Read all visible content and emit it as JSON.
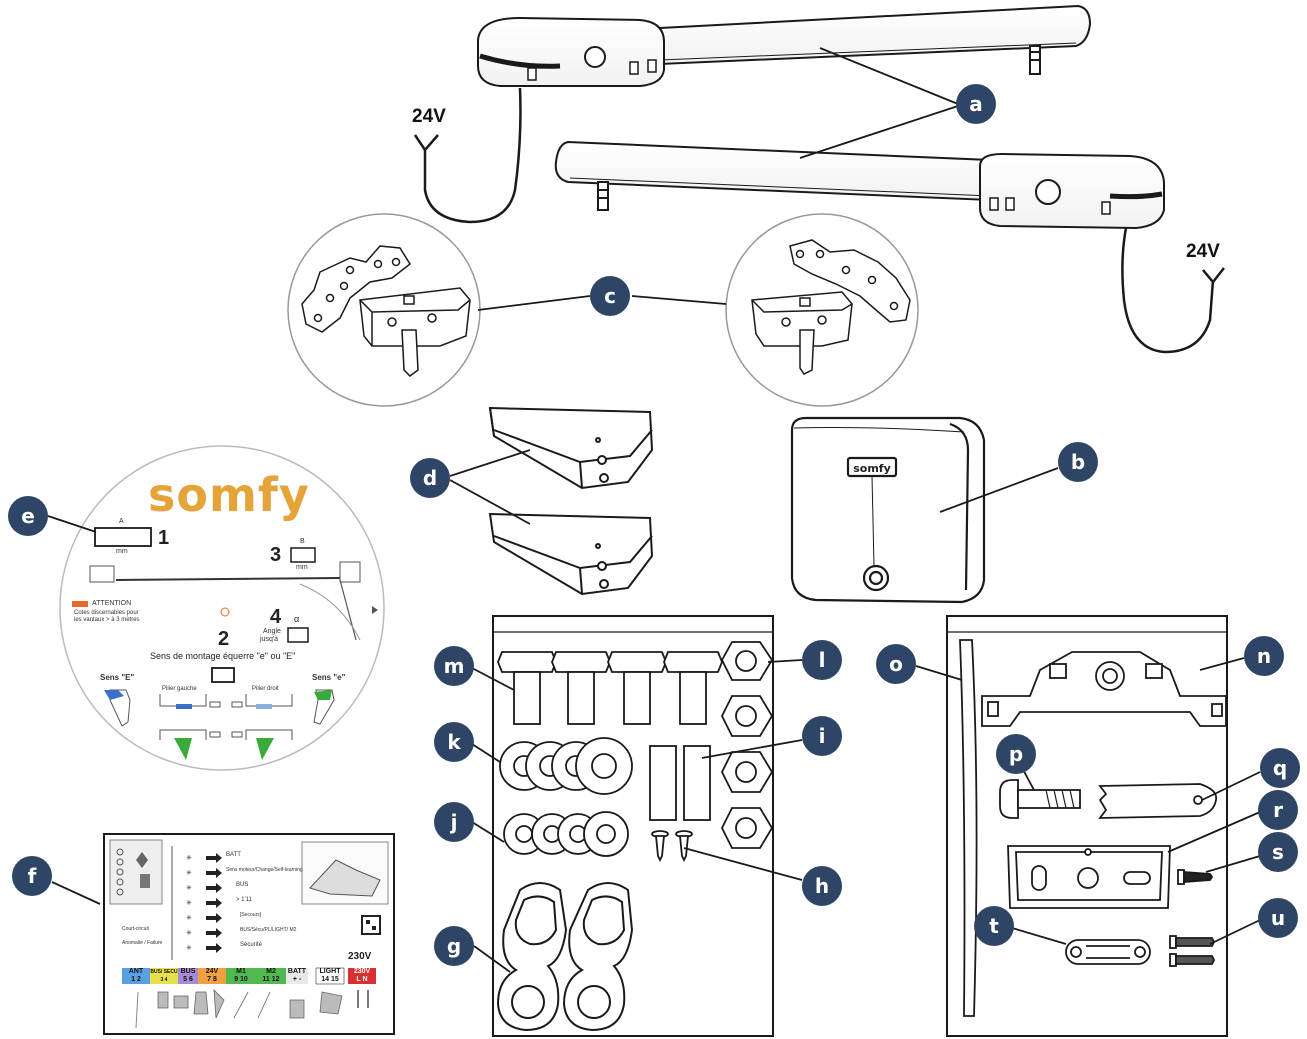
{
  "markers": {
    "a": "a",
    "b": "b",
    "c": "c",
    "d": "d",
    "e": "e",
    "f": "f",
    "g": "g",
    "h": "h",
    "i": "i",
    "j": "j",
    "k": "k",
    "l": "l",
    "m": "m",
    "n": "n",
    "o": "o",
    "p": "p",
    "q": "q",
    "r": "r",
    "s": "s",
    "t": "t",
    "u": "u"
  },
  "colors": {
    "marker": "#2f4565",
    "somfy": "#e4a43a",
    "line": "#1a1a1a",
    "label_orange": "#e8682a",
    "green": "#3aaa3a",
    "blue": "#3d6fc9"
  },
  "voltage_top": "24V",
  "voltage_right": "24V",
  "label_e": {
    "brand": "somfy",
    "box_a": "A",
    "mm_a": "mm",
    "num_1": "1",
    "box_b": "B",
    "mm_b": "mm",
    "num_3": "3",
    "num_4": "4",
    "alpha": "α",
    "angle": "Angle",
    "angle2": "jusq'à",
    "num_2": "2",
    "attention": "ATTENTION",
    "attention_text1": "Cotes discernables pour",
    "attention_text2": "les vantaux > à 3 mètres",
    "mounting": "Sens de montage équerre \"e\" ou \"E\"",
    "sens_E": "Sens \"E\"",
    "sens_e": "Sens \"e\"",
    "pilier_gauche": "Pilier gauche",
    "pilier_droit": "Pilier droit"
  },
  "label_f": {
    "rows": [
      "BATT",
      "Sens moteur/Change/Self-learning",
      "BUS",
      "> 1'11",
      "[Secours]",
      "BUS/Sécu/PL/LIGHT/ M2",
      "Sécurité"
    ],
    "voltage": "230V",
    "terminals": [
      {
        "name": "ANT",
        "nums": "1   2"
      },
      {
        "name": "BUS/ SECU",
        "nums": "3   4"
      },
      {
        "name": "BUS",
        "nums": "5   6"
      },
      {
        "name": "24V",
        "nums": "7   8"
      },
      {
        "name": "M1",
        "nums": "9  10"
      },
      {
        "name": "M2",
        "nums": "11 12"
      },
      {
        "name": "BATT",
        "nums": "+   -"
      },
      {
        "name": "LIGHT",
        "nums": "14 15"
      },
      {
        "name": "230V",
        "nums": "L   N"
      }
    ],
    "legend1": "Court-circuit",
    "legend2": "Anomalie / Failure"
  }
}
